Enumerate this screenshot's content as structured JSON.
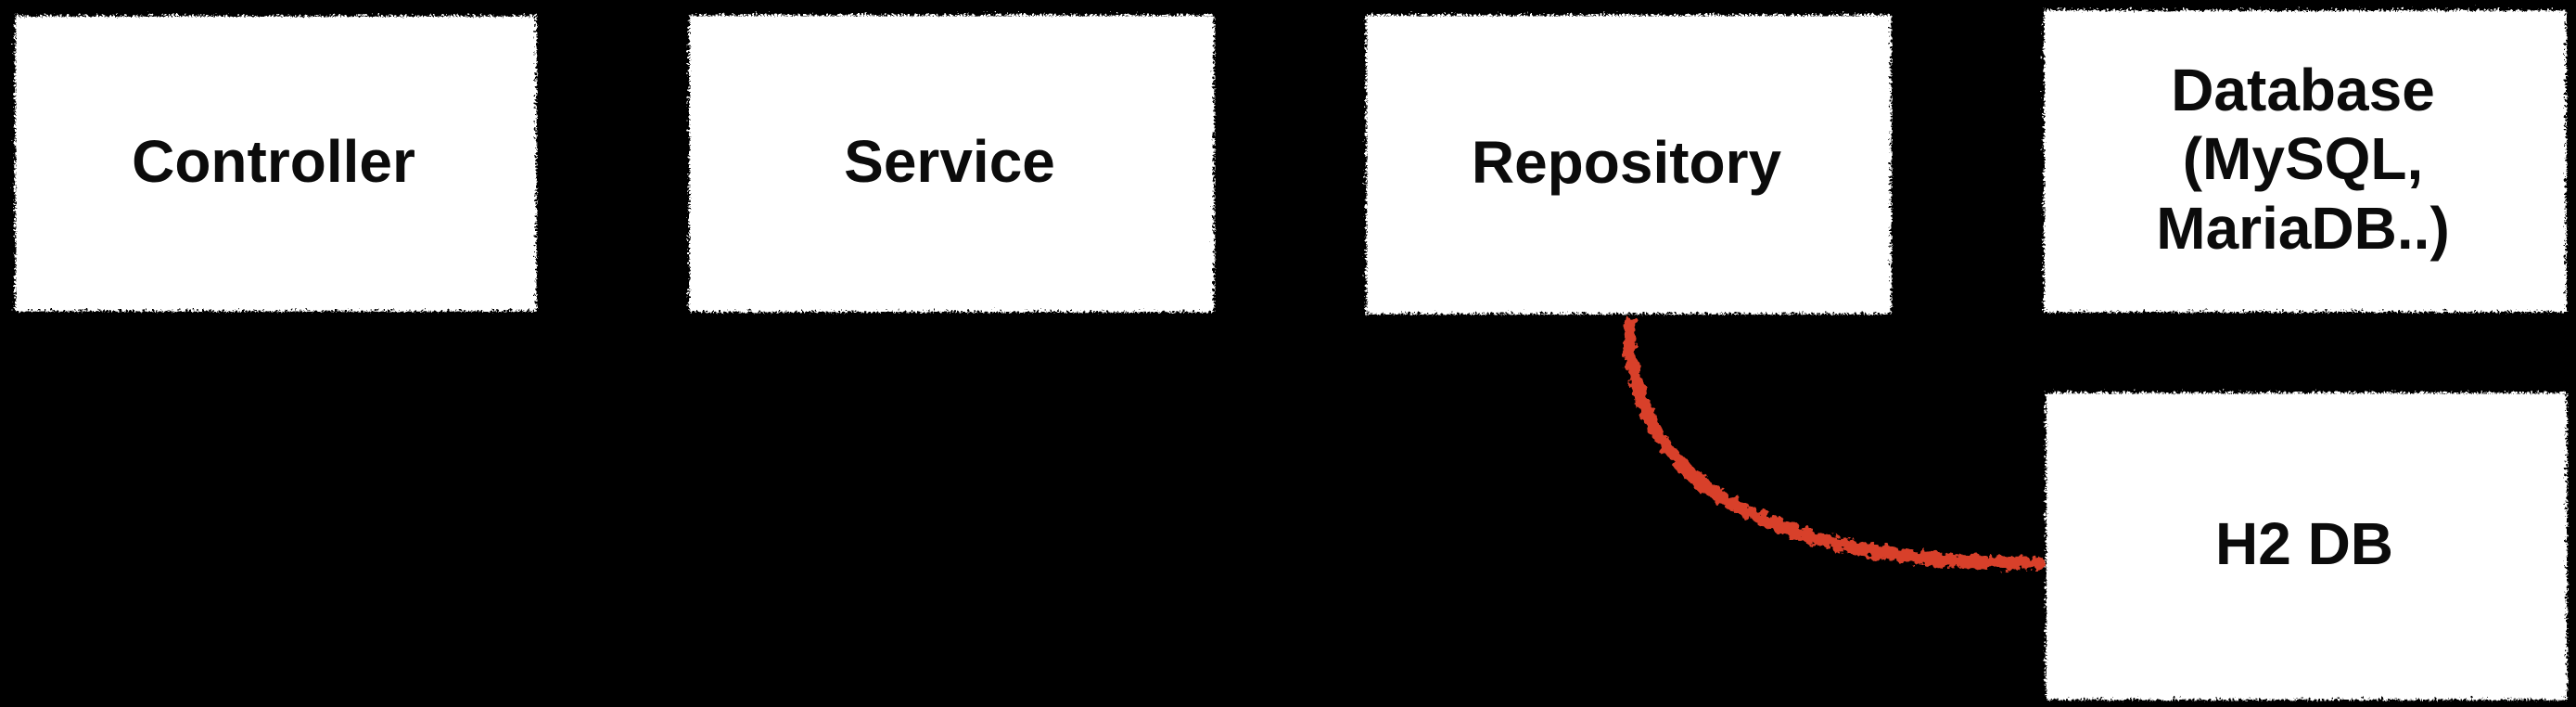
{
  "diagram": {
    "background_color": "#000000",
    "box_fill_color": "#ffffff",
    "label_text_color": "#0b0b0b",
    "connector_color": "#d8402c",
    "style": "hand-drawn chalk boxes with sprayed rough edges",
    "nodes": [
      {
        "id": "controller",
        "label": "Controller"
      },
      {
        "id": "service",
        "label": "Service"
      },
      {
        "id": "repository",
        "label": "Repository"
      },
      {
        "id": "database",
        "label": "Database\n(MySQL,\nMariaDB..)"
      },
      {
        "id": "h2-db",
        "label": "H2 DB"
      }
    ],
    "connectors": [
      {
        "from": "repository",
        "to": "h2-db",
        "shape": "quarter-curve, exits bottom of Repository, enters left side of H2 DB",
        "color": "#d8402c"
      }
    ]
  }
}
